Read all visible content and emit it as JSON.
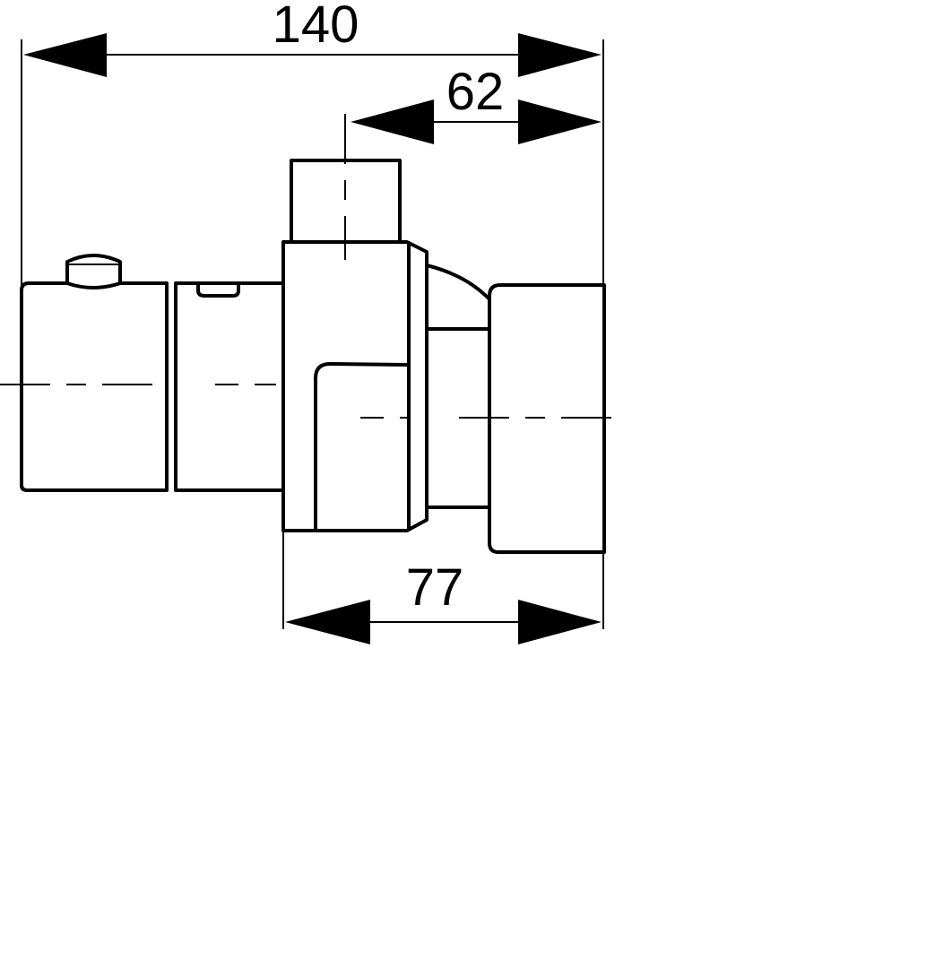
{
  "dimensions": {
    "overall_width": "140",
    "offset_to_axis": "62",
    "body_to_outlet": "77"
  },
  "colors": {
    "line": "#000000",
    "background": "#ffffff"
  }
}
